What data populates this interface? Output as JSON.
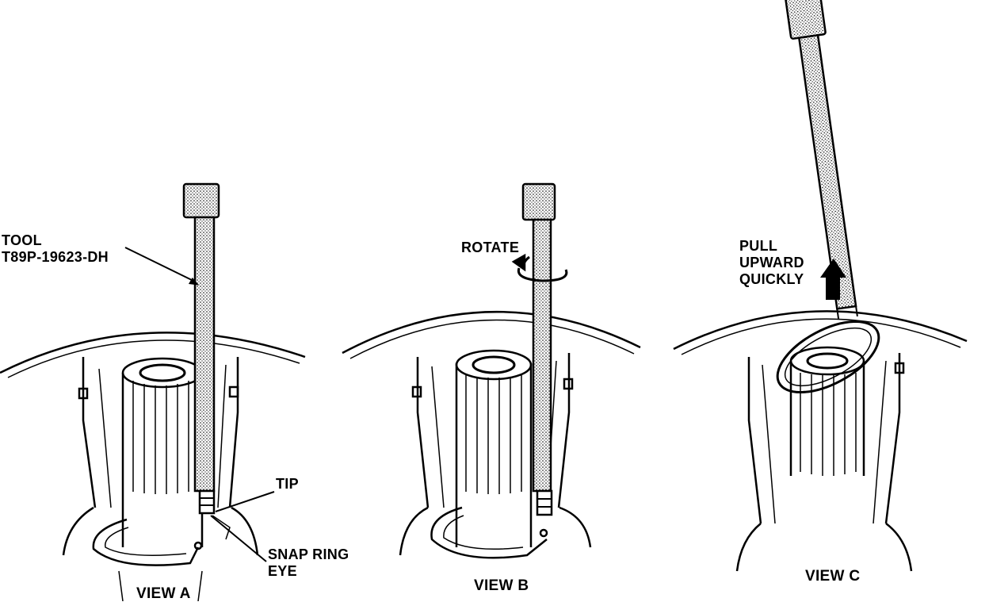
{
  "view_a": {
    "title": "VIEW A",
    "tool_label": [
      "TOOL",
      "T89P-19623-DH"
    ],
    "tip_label": "TIP",
    "eye_label": [
      "SNAP RING",
      "EYE"
    ]
  },
  "view_b": {
    "title": "VIEW B",
    "rotate_label": "ROTATE"
  },
  "view_c": {
    "title": "VIEW C",
    "pull_label": [
      "PULL",
      "UPWARD",
      "QUICKLY"
    ]
  }
}
